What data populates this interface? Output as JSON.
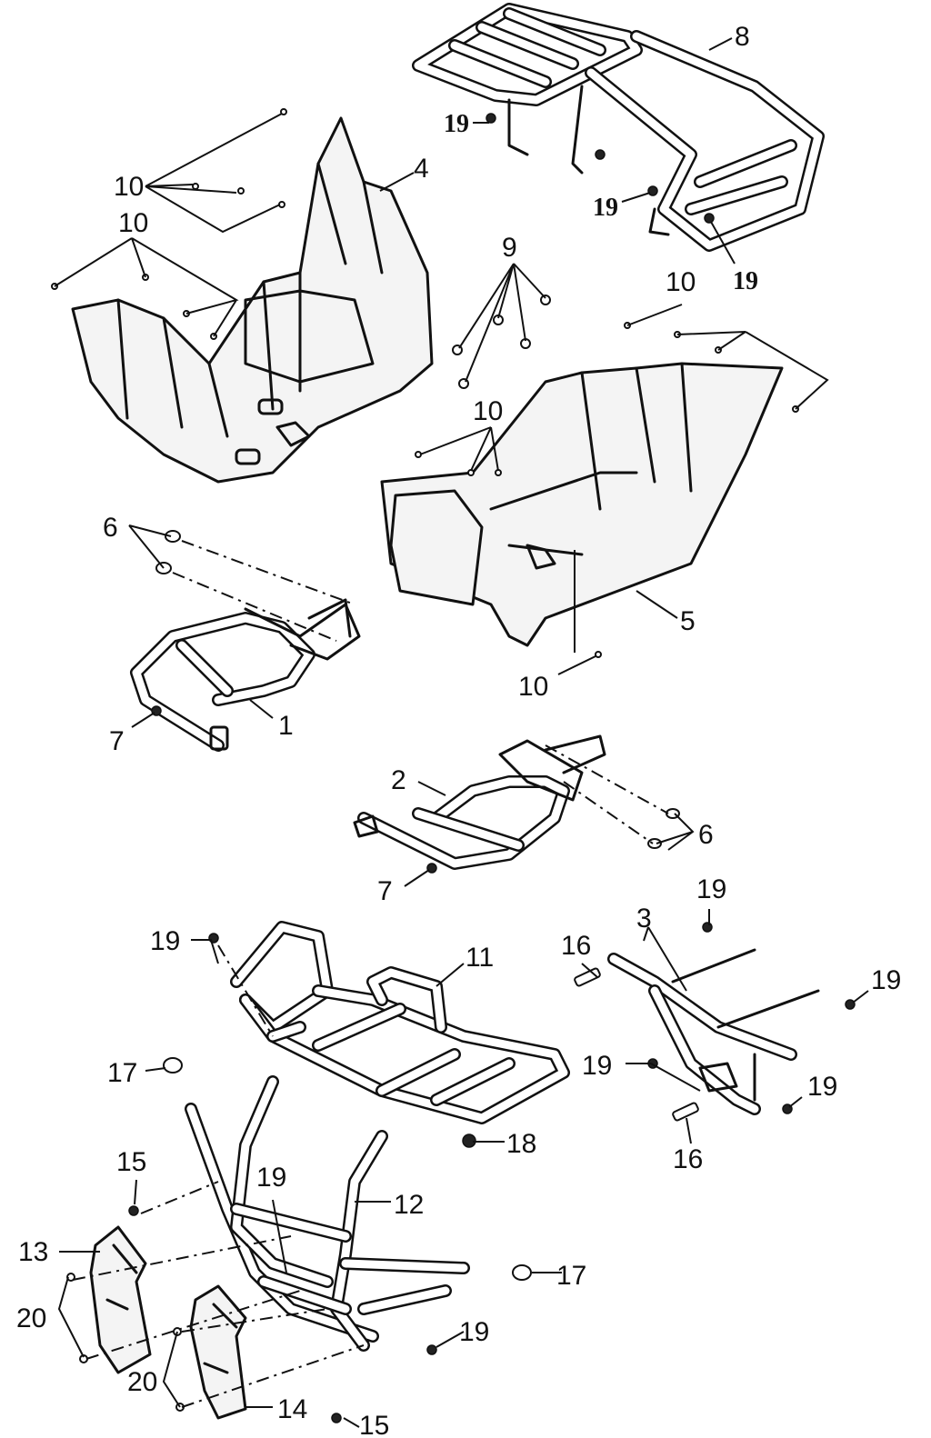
{
  "callouts": {
    "c1": "1",
    "c2": "2",
    "c3": "3",
    "c4": "4",
    "c5": "5",
    "c6a": "6",
    "c6b": "6",
    "c7a": "7",
    "c7b": "7",
    "c8": "8",
    "c9": "9",
    "c10a": "10",
    "c10b": "10",
    "c10c": "10",
    "c10d": "10",
    "c10e": "10",
    "c11": "11",
    "c12": "12",
    "c13": "13",
    "c14": "14",
    "c15a": "15",
    "c15b": "15",
    "c16a": "16",
    "c16b": "16",
    "c17a": "17",
    "c17b": "17",
    "c18": "18",
    "c19a": "19",
    "c19b": "19",
    "c19c": "19",
    "c19d": "19",
    "c19e": "19",
    "c19f": "19",
    "c19g": "19",
    "c19h": "19",
    "c19i": "19",
    "c19j": "19",
    "c20a": "20",
    "c20b": "20"
  },
  "colors": {
    "line": "#111111",
    "background": "#ffffff"
  }
}
